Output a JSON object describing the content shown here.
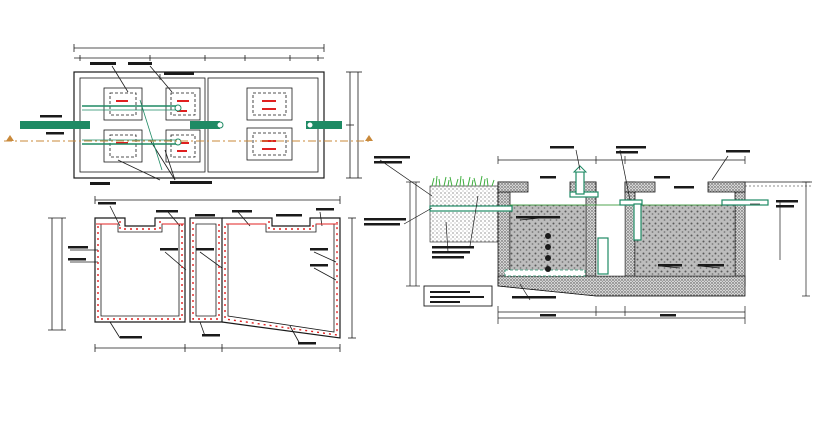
{
  "colors": {
    "background": "#ffffff",
    "linework": "#1a1a1a",
    "pipe": "#1e8a64",
    "rebar": "#e02020",
    "grass": "#3fae3f",
    "soil": "#9a9a9a",
    "axis": "#c9893a"
  },
  "drawings": {
    "plan": {
      "chambers": 2
    },
    "section_plan": {
      "chambers": 2
    },
    "longitudinal_section": {
      "chambers": 2,
      "inlet_drops": 4
    }
  }
}
